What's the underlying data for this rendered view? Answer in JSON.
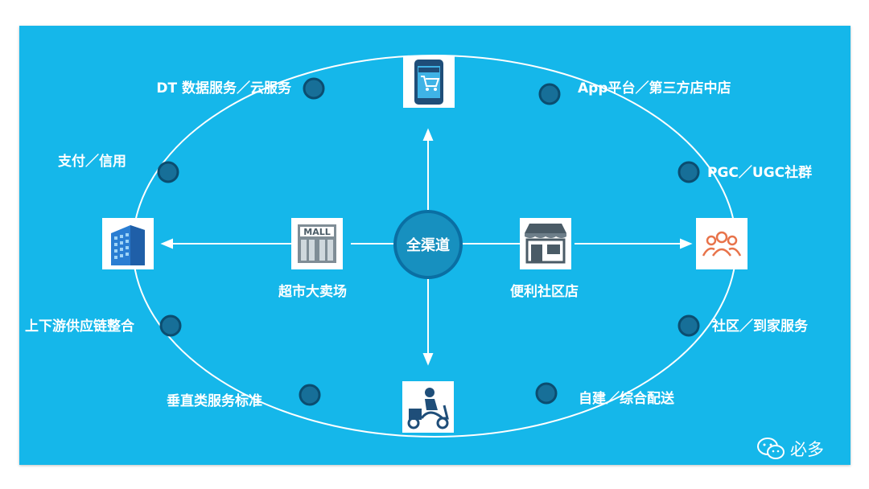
{
  "center": {
    "label": "全渠道"
  },
  "ring_labels": {
    "dt_service": "DT 数据服务／云服务",
    "app_platform": "App平台／第三方店中店",
    "payment_credit": "支付／信用",
    "pgc_ugc": "PGC／UGC社群",
    "supply_chain": "上下游供应链整合",
    "community_home": "社区／到家服务",
    "vertical_standard": "垂直类服务标准",
    "self_delivery": "自建／综合配送"
  },
  "inner_labels": {
    "supermarket": "超市大卖场",
    "convenience": "便利社区店"
  },
  "icons": {
    "top": "mobile-shopping-icon",
    "bottom": "delivery-scooter-icon",
    "left": "office-building-icon",
    "right": "community-people-icon",
    "mall": "mall-icon",
    "store": "convenience-store-icon"
  },
  "colors": {
    "background": "#15b7ea",
    "ellipse": "#ffffff",
    "node_fill": "#176f98",
    "node_stroke": "#0b4d70",
    "center_fill": "#1790bf"
  },
  "watermark": {
    "text": "必多"
  }
}
